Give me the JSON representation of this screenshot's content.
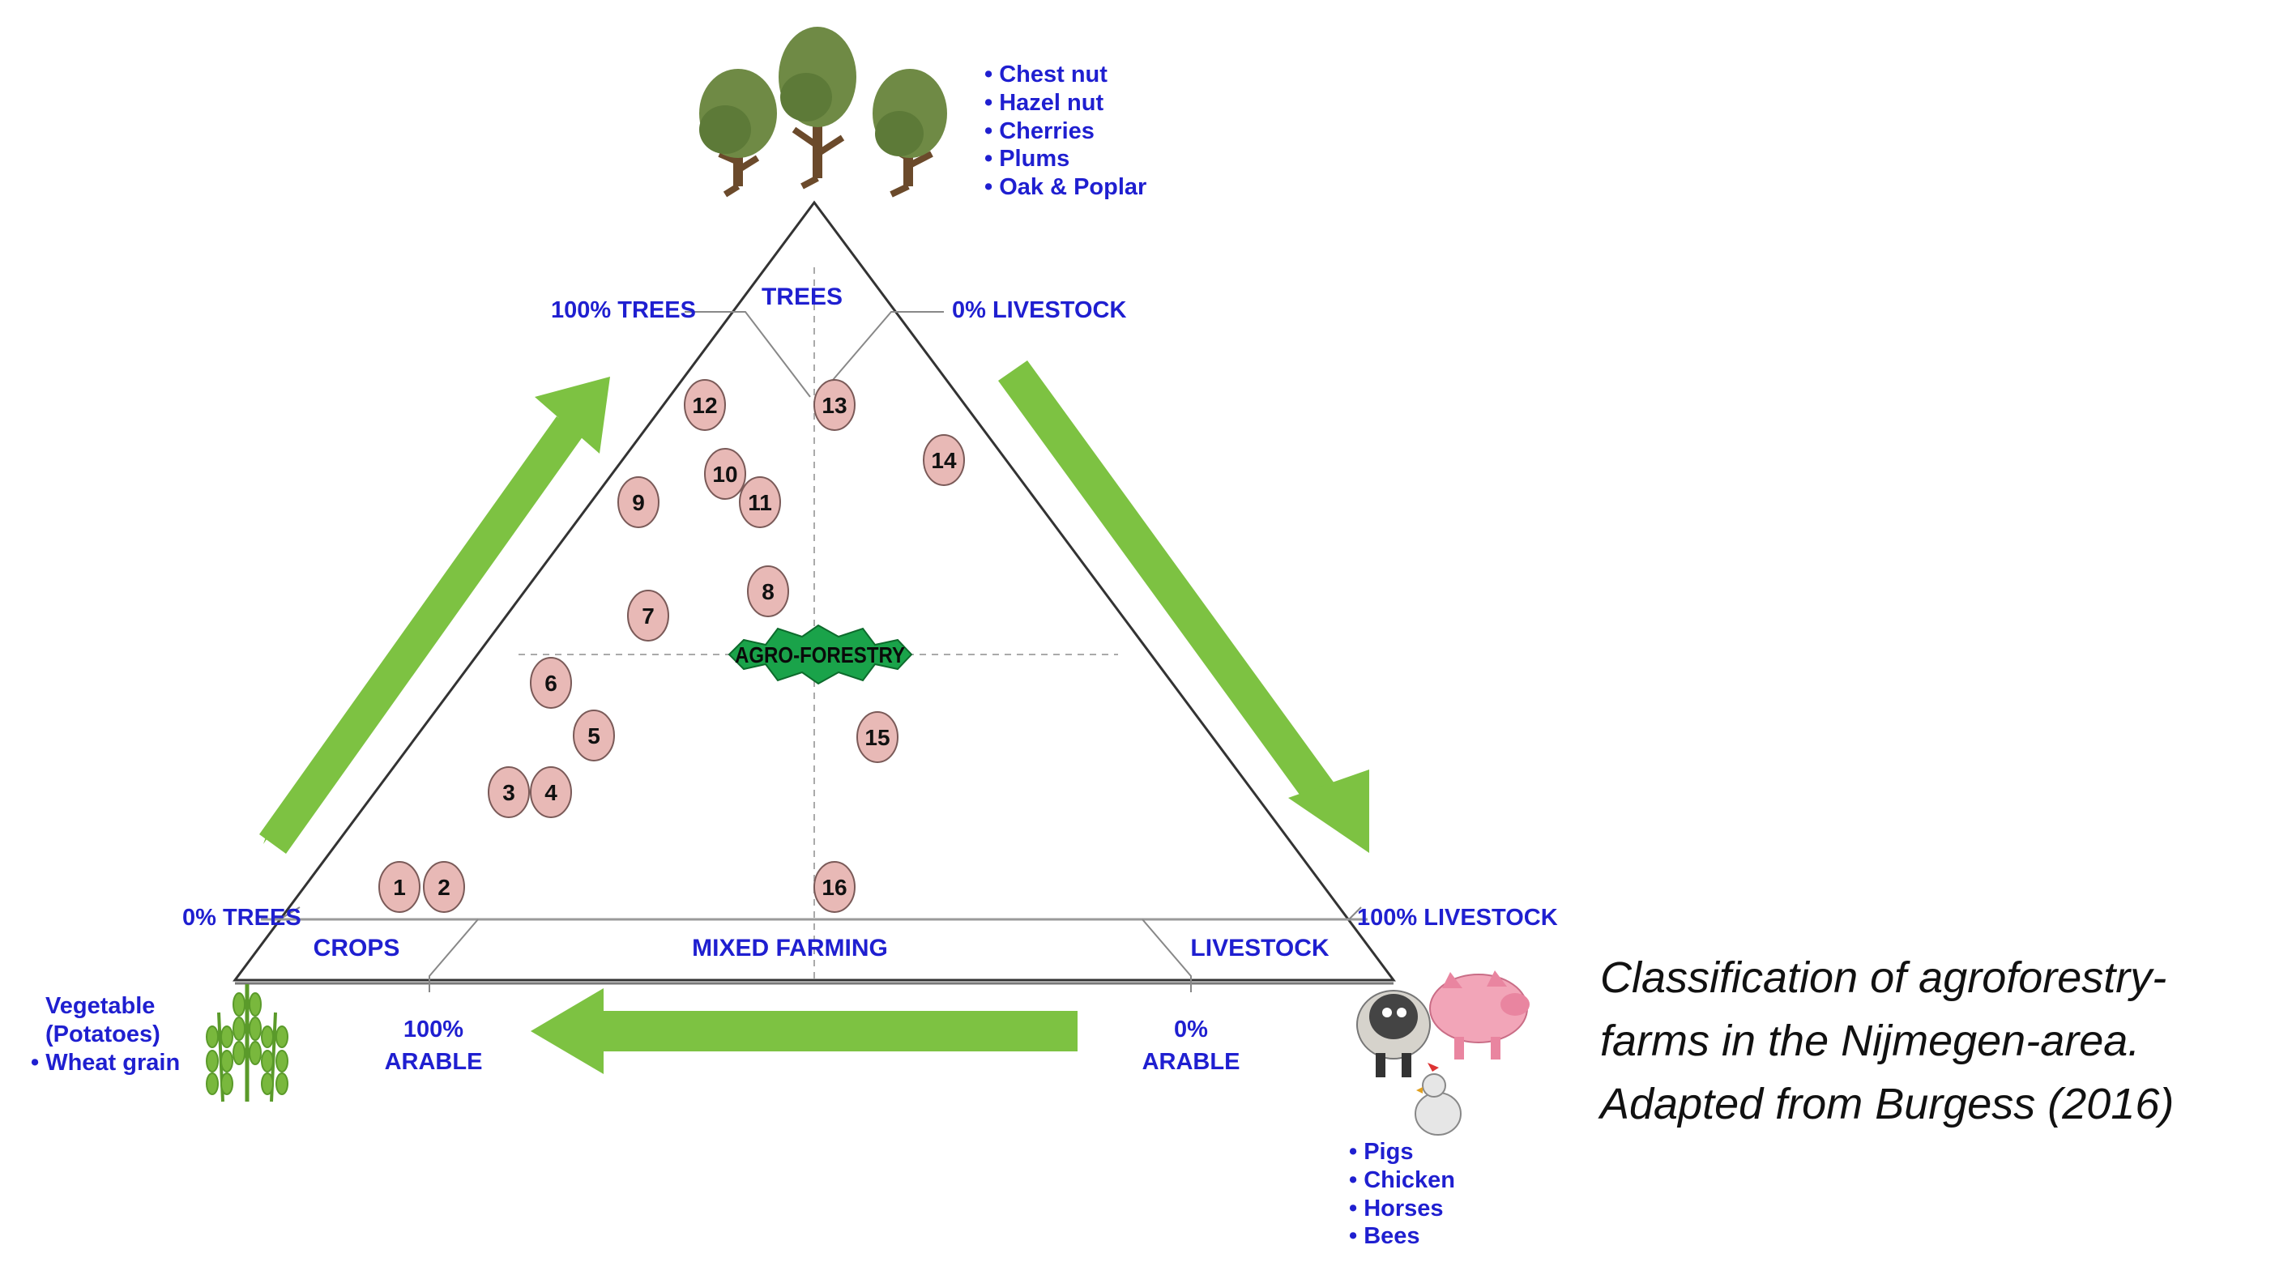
{
  "diagram": {
    "trees_corner": {
      "bullets": [
        "• Chest nut",
        "• Hazel nut",
        "• Cherries",
        "• Plums",
        "• Oak & Poplar"
      ]
    },
    "crops_corner": {
      "bullets": [
        "Vegetable",
        "(Potatoes)",
        "• Wheat grain"
      ]
    },
    "livestock_corner": {
      "bullets": [
        "• Pigs",
        "• Chicken",
        "• Horses",
        "• Bees"
      ]
    },
    "labels": {
      "trees": "TREES",
      "trees_100": "100% TREES",
      "livestock_0": "0% LIVESTOCK",
      "trees_0": "0% TREES",
      "livestock_100": "100% LIVESTOCK",
      "crops": "CROPS",
      "mixed_farming": "MIXED FARMING",
      "livestock": "LIVESTOCK",
      "arable_100": [
        "100%",
        "ARABLE"
      ],
      "arable_0": [
        "0%",
        "ARABLE"
      ],
      "center": "AGRO-FORESTRY"
    },
    "farms": [
      "1",
      "2",
      "3",
      "4",
      "5",
      "6",
      "7",
      "8",
      "9",
      "10",
      "11",
      "12",
      "13",
      "14",
      "15",
      "16"
    ],
    "colors": {
      "label_blue": "#1f1fd0",
      "arrow_green": "#7dc242",
      "marker_fill": "#e8b9b6",
      "center_badge": "#1aa34a"
    }
  },
  "caption": {
    "lines": [
      "Classification of agroforestry-",
      "farms in the Nijmegen-area.",
      "Adapted from Burgess (2016)"
    ]
  }
}
